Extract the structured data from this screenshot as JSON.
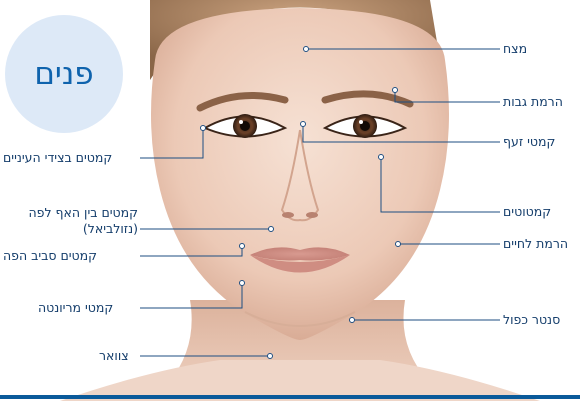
{
  "diagram": {
    "title": "פנים",
    "labels": {
      "forehead": "מצח",
      "brow_lift": "הרמת גבות",
      "frown_lines": "קמטי זעף",
      "crows_feet": "קמטים בצידי העיניים",
      "nasolabial_line1": "קמטים בין האף לפה",
      "nasolabial_line2": "(נזולביאל)",
      "perioral": "קמטים סביב הפה",
      "marionette": "קמטי מריונטה",
      "neck": "צוואר",
      "cheekbones": "קמטוטים",
      "cheek_lift": "הרמת לחיים",
      "double_chin": "סנטר כפול"
    }
  },
  "colors": {
    "brand_blue": "#0f63ad",
    "circle_bg": "#dde9f7",
    "label_text": "#143d6b",
    "rule": "#0a5a9a"
  }
}
